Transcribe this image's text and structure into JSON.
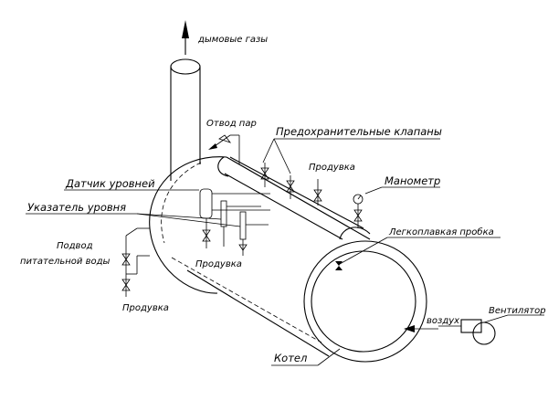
{
  "labels": {
    "flue_gases": "дымовые газы",
    "steam_outlet": "Отвод пар",
    "safety_valves": "Предохранительные клапаны",
    "blowdown_top": "Продувка",
    "pressure_gauge": "Манометр",
    "level_sensor": "Датчик уровней",
    "level_indicator": "Указатель уровня",
    "fusible_plug": "Легкоплавкая пробка",
    "feedwater_line1": "Подвод",
    "feedwater_line2": "питательной воды",
    "blowdown_middle": "Продувка",
    "blowdown_bottom": "Продувка",
    "fan": "Вентилятор",
    "air": "воздух",
    "boiler": "Котел"
  }
}
